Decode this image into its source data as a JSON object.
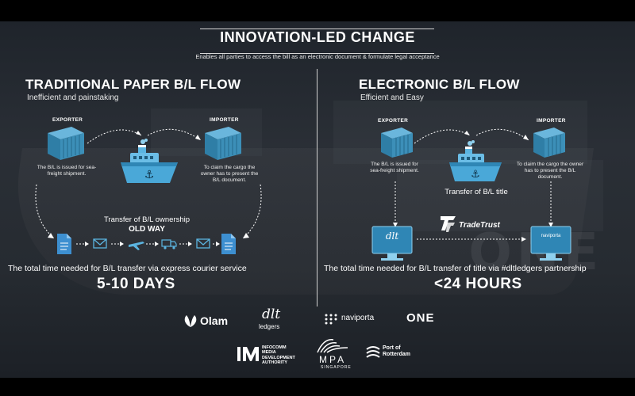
{
  "header": {
    "title": "INNOVATION-LED CHANGE",
    "subtitle": "Enables all parties to access the bill as an electronic document & formulate legal acceptance"
  },
  "traditional": {
    "title": "TRADITIONAL PAPER B/L  FLOW",
    "subtitle": "Inefficient and painstaking",
    "exporter_label": "EXPORTER",
    "importer_label": "IMPORTER",
    "exporter_note": "The B/L is issued for sea-freight shipment.",
    "importer_note": "To claim the cargo the owner has to present the B/L document.",
    "transfer_label": "Transfer of B/L ownership",
    "method_label": "OLD WAY",
    "total_text": "The total time needed for B/L transfer via express courier service",
    "duration": "5-10 DAYS"
  },
  "electronic": {
    "title": "ELECTRONIC  B/L FLOW",
    "subtitle": "Efficient and Easy",
    "exporter_label": "EXPORTER",
    "importer_label": "IMPORTER",
    "exporter_note": "The B/L is issued for sea-freight shipment.",
    "importer_note": "To claim the cargo the owner has to present the B/L document.",
    "transfer_label": "Transfer of B/L title",
    "platform_label": "TradeTrust",
    "screen_left_label": "dlt",
    "screen_right_label": "naviporta",
    "total_text": "The total time needed for B/L transfer of title via #dltledgers partnership",
    "duration": "<24 HOURS"
  },
  "logos": {
    "olam": "Olam",
    "dlt_top": "dlt",
    "dlt_bottom": "ledgers",
    "naviporta": "naviporta",
    "one": "ONE",
    "imda_1": "INFOCOMM",
    "imda_2": "MEDIA",
    "imda_3": "DEVELOPMENT",
    "imda_4": "AUTHORITY",
    "mpa": "MPA",
    "mpa_sub": "SINGAPORE",
    "rotterdam_1": "Port of",
    "rotterdam_2": "Rotterdam"
  },
  "colors": {
    "container": "#3c8fb8",
    "ship": "#4aa8d8",
    "doc": "#3d8fd0",
    "accent": "#ffffff"
  }
}
